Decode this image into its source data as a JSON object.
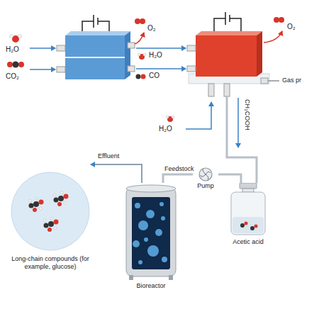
{
  "diagram": {
    "nodes": [
      {
        "text": [
          "Long-chain compounds (for example, glucose)"
        ]
      },
      {
        "text": [
          "Bioreactor"
        ]
      },
      {
        "text": [
          "Pump"
        ]
      },
      {
        "text": [
          "Acetic acid"
        ]
      }
    ],
    "edges": [
      {
        "from": 3,
        "to": 2,
        "arrow": "none"
      },
      {
        "from": 2,
        "to": 1,
        "label": "Feedstock",
        "arrow": "none"
      }
    ],
    "labels": [
      "H₂O",
      "CO₂",
      "O₂",
      "H₂O",
      "CO",
      "O₂",
      "Gas pr",
      "H₂O",
      "CH₃COOH",
      "Effluent"
    ]
  }
}
